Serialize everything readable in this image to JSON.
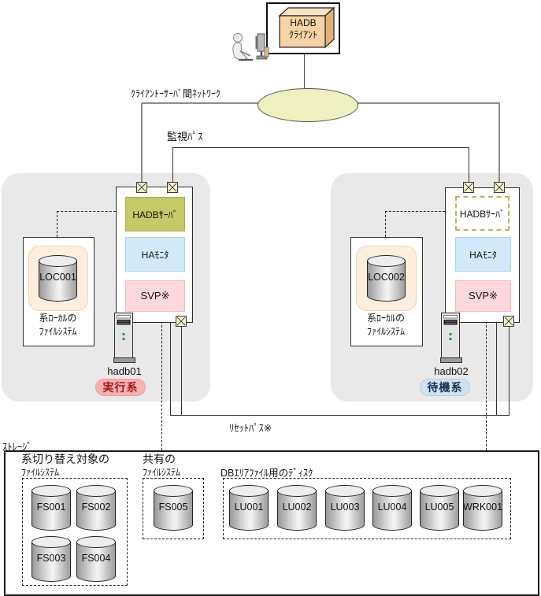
{
  "client": {
    "label_line1": "HADB",
    "label_line2": "ｸﾗｲｱﾝﾄ"
  },
  "network": {
    "client_server_network_label": "ｸﾗｲｱﾝﾄｰｻｰﾊﾞ間ﾈｯﾄﾜｰｸ",
    "monitor_path_label": "監視ﾊﾟｽ",
    "reset_path_label": "ﾘｾｯﾄﾊﾟｽ※"
  },
  "nodes": {
    "active": {
      "hostname": "hadb01",
      "role_badge": "実行系",
      "hadb_server": "HADBｻｰﾊﾞ",
      "ha_monitor": "HAﾓﾆﾀ",
      "svp": "SVP※",
      "local_fs_volume": "LOC001",
      "local_fs_label_line1": "系ﾛｰｶﾙの",
      "local_fs_label_line2": "ﾌｧｲﾙｼｽﾃﾑ"
    },
    "standby": {
      "hostname": "hadb02",
      "role_badge": "待機系",
      "hadb_server": "HADBｻｰﾊﾞ",
      "ha_monitor": "HAﾓﾆﾀ",
      "svp": "SVP※",
      "local_fs_volume": "LOC002",
      "local_fs_label_line1": "系ﾛｰｶﾙの",
      "local_fs_label_line2": "ﾌｧｲﾙｼｽﾃﾑ"
    }
  },
  "storage": {
    "label": "ｽﾄﾚｰｼﾞ",
    "groups": [
      {
        "title_line1": "系切り替え対象の",
        "title_line2": "ﾌｧｲﾙｼｽﾃﾑ",
        "volumes": [
          "FS001",
          "FS002",
          "FS003",
          "FS004"
        ]
      },
      {
        "title_line1": "共有の",
        "title_line2": "ﾌｧｲﾙｼｽﾃﾑ",
        "volumes": [
          "FS005"
        ]
      },
      {
        "title_line1": "DBｴﾘｱﾌｧｲﾙ用のﾃﾞｨｽｸ",
        "volumes": [
          "LU001",
          "LU002",
          "LU003",
          "LU004",
          "LU005",
          "WRK001"
        ]
      }
    ]
  },
  "colors": {
    "hadb_server_active_fill": "#c6c965",
    "ha_monitor_fill": "#d2e9fa",
    "svp_fill": "#fcd8dc",
    "active_badge_fill": "#f8b0b0",
    "active_badge_text": "#9e1b1b",
    "standby_badge_fill": "#cfe3f2",
    "network_node_fill": "#eef0bf",
    "connector_fill": "#f3f0c6",
    "node_container_fill": "#e9e9e9",
    "client_box_fill": "#f5d3a4",
    "local_fs_highlight_fill": "#fdeedd"
  }
}
